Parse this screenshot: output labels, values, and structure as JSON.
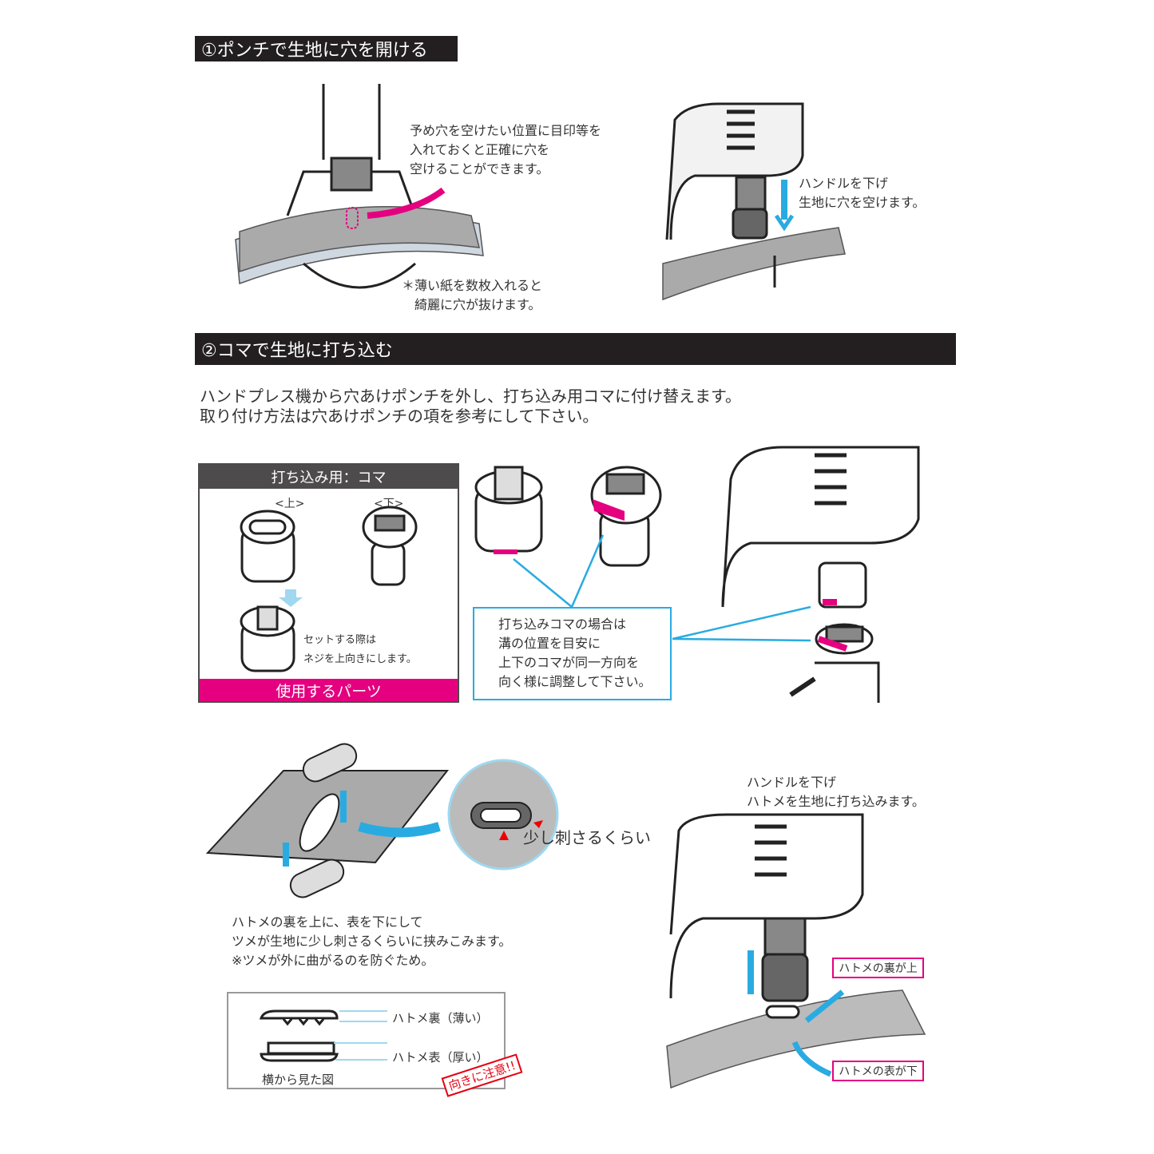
{
  "section1": {
    "title": "①ポンチで生地に穴を開ける",
    "note_mark": [
      "予め穴を空けたい位置に目印等を",
      "入れておくと正確に穴を",
      "空けることができます。"
    ],
    "note_handle": [
      "ハンドルを下げ",
      "生地に穴を空けます。"
    ],
    "note_paper": [
      "＊薄い紙を数枚入れると",
      "　綺麗に穴が抜けます。"
    ]
  },
  "section2": {
    "title": "②コマで生地に打ち込む",
    "intro": [
      "ハンドプレス機から穴あけポンチを外し、打ち込み用コマに付け替えます。",
      "取り付け方法は穴あけポンチの項を参考にして下さい。"
    ],
    "parts_box": {
      "header": "打ち込み用：コマ",
      "upper": "<上>",
      "lower": "<下>",
      "set_note": [
        "セットする際は",
        "ネジを上向きにします。"
      ],
      "footer": "使用するパーツ"
    },
    "callout": [
      "打ち込みコマの場合は",
      "溝の位置を目安に",
      "上下のコマが同一方向を",
      "向く様に調整して下さい。"
    ],
    "slightly_pierce": "少し刺さるくらい",
    "insert_note": [
      "ハトメの裏を上に、表を下にして",
      "ツメが生地に少し刺さるくらいに挟みこみます。",
      "※ツメが外に曲がるのを防ぐため。"
    ],
    "side_view": {
      "back_label": "ハトメ裏（薄い）",
      "front_label": "ハトメ表（厚い）",
      "caption": "横から見た図",
      "warning": "向きに注意!!"
    },
    "press_note": [
      "ハンドルを下げ",
      "ハトメを生地に打ち込みます。"
    ],
    "label_back_up": "ハトメの裏が上",
    "label_front_down": "ハトメの表が下"
  },
  "colors": {
    "accent_pink": "#e4007f",
    "accent_blue": "#29abe2",
    "header_bg": "#231f20",
    "parts_header": "#4d4b4c"
  }
}
